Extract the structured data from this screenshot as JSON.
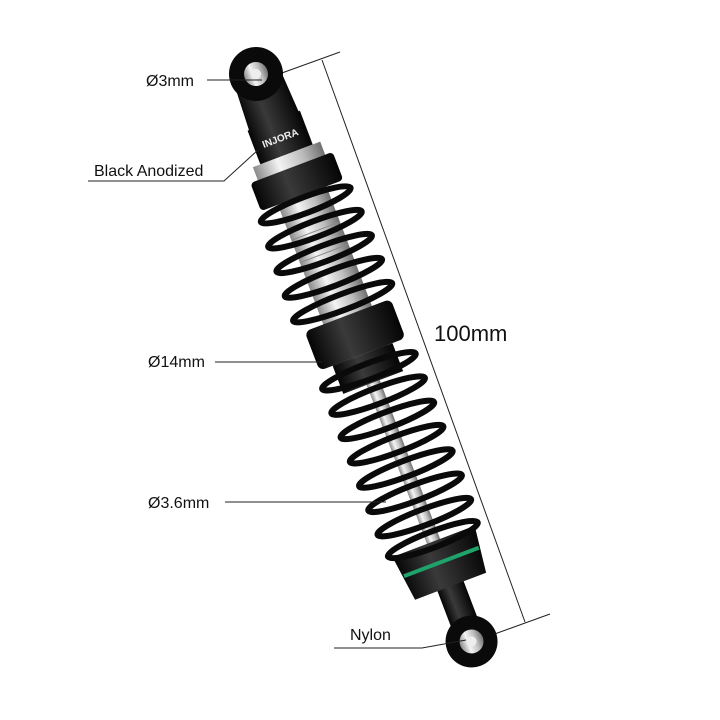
{
  "product": {
    "brand_logo": "INJORA",
    "colors": {
      "body": "#111111",
      "silver": "#c9c9c9",
      "accent_ring": "#1fa36b"
    }
  },
  "annotations": {
    "eye_diameter": "Ø3mm",
    "finish": "Black Anodized",
    "body_diameter": "Ø14mm",
    "shaft_diameter": "Ø3.6mm",
    "rod_end_material": "Nylon",
    "overall_length": "100mm"
  }
}
